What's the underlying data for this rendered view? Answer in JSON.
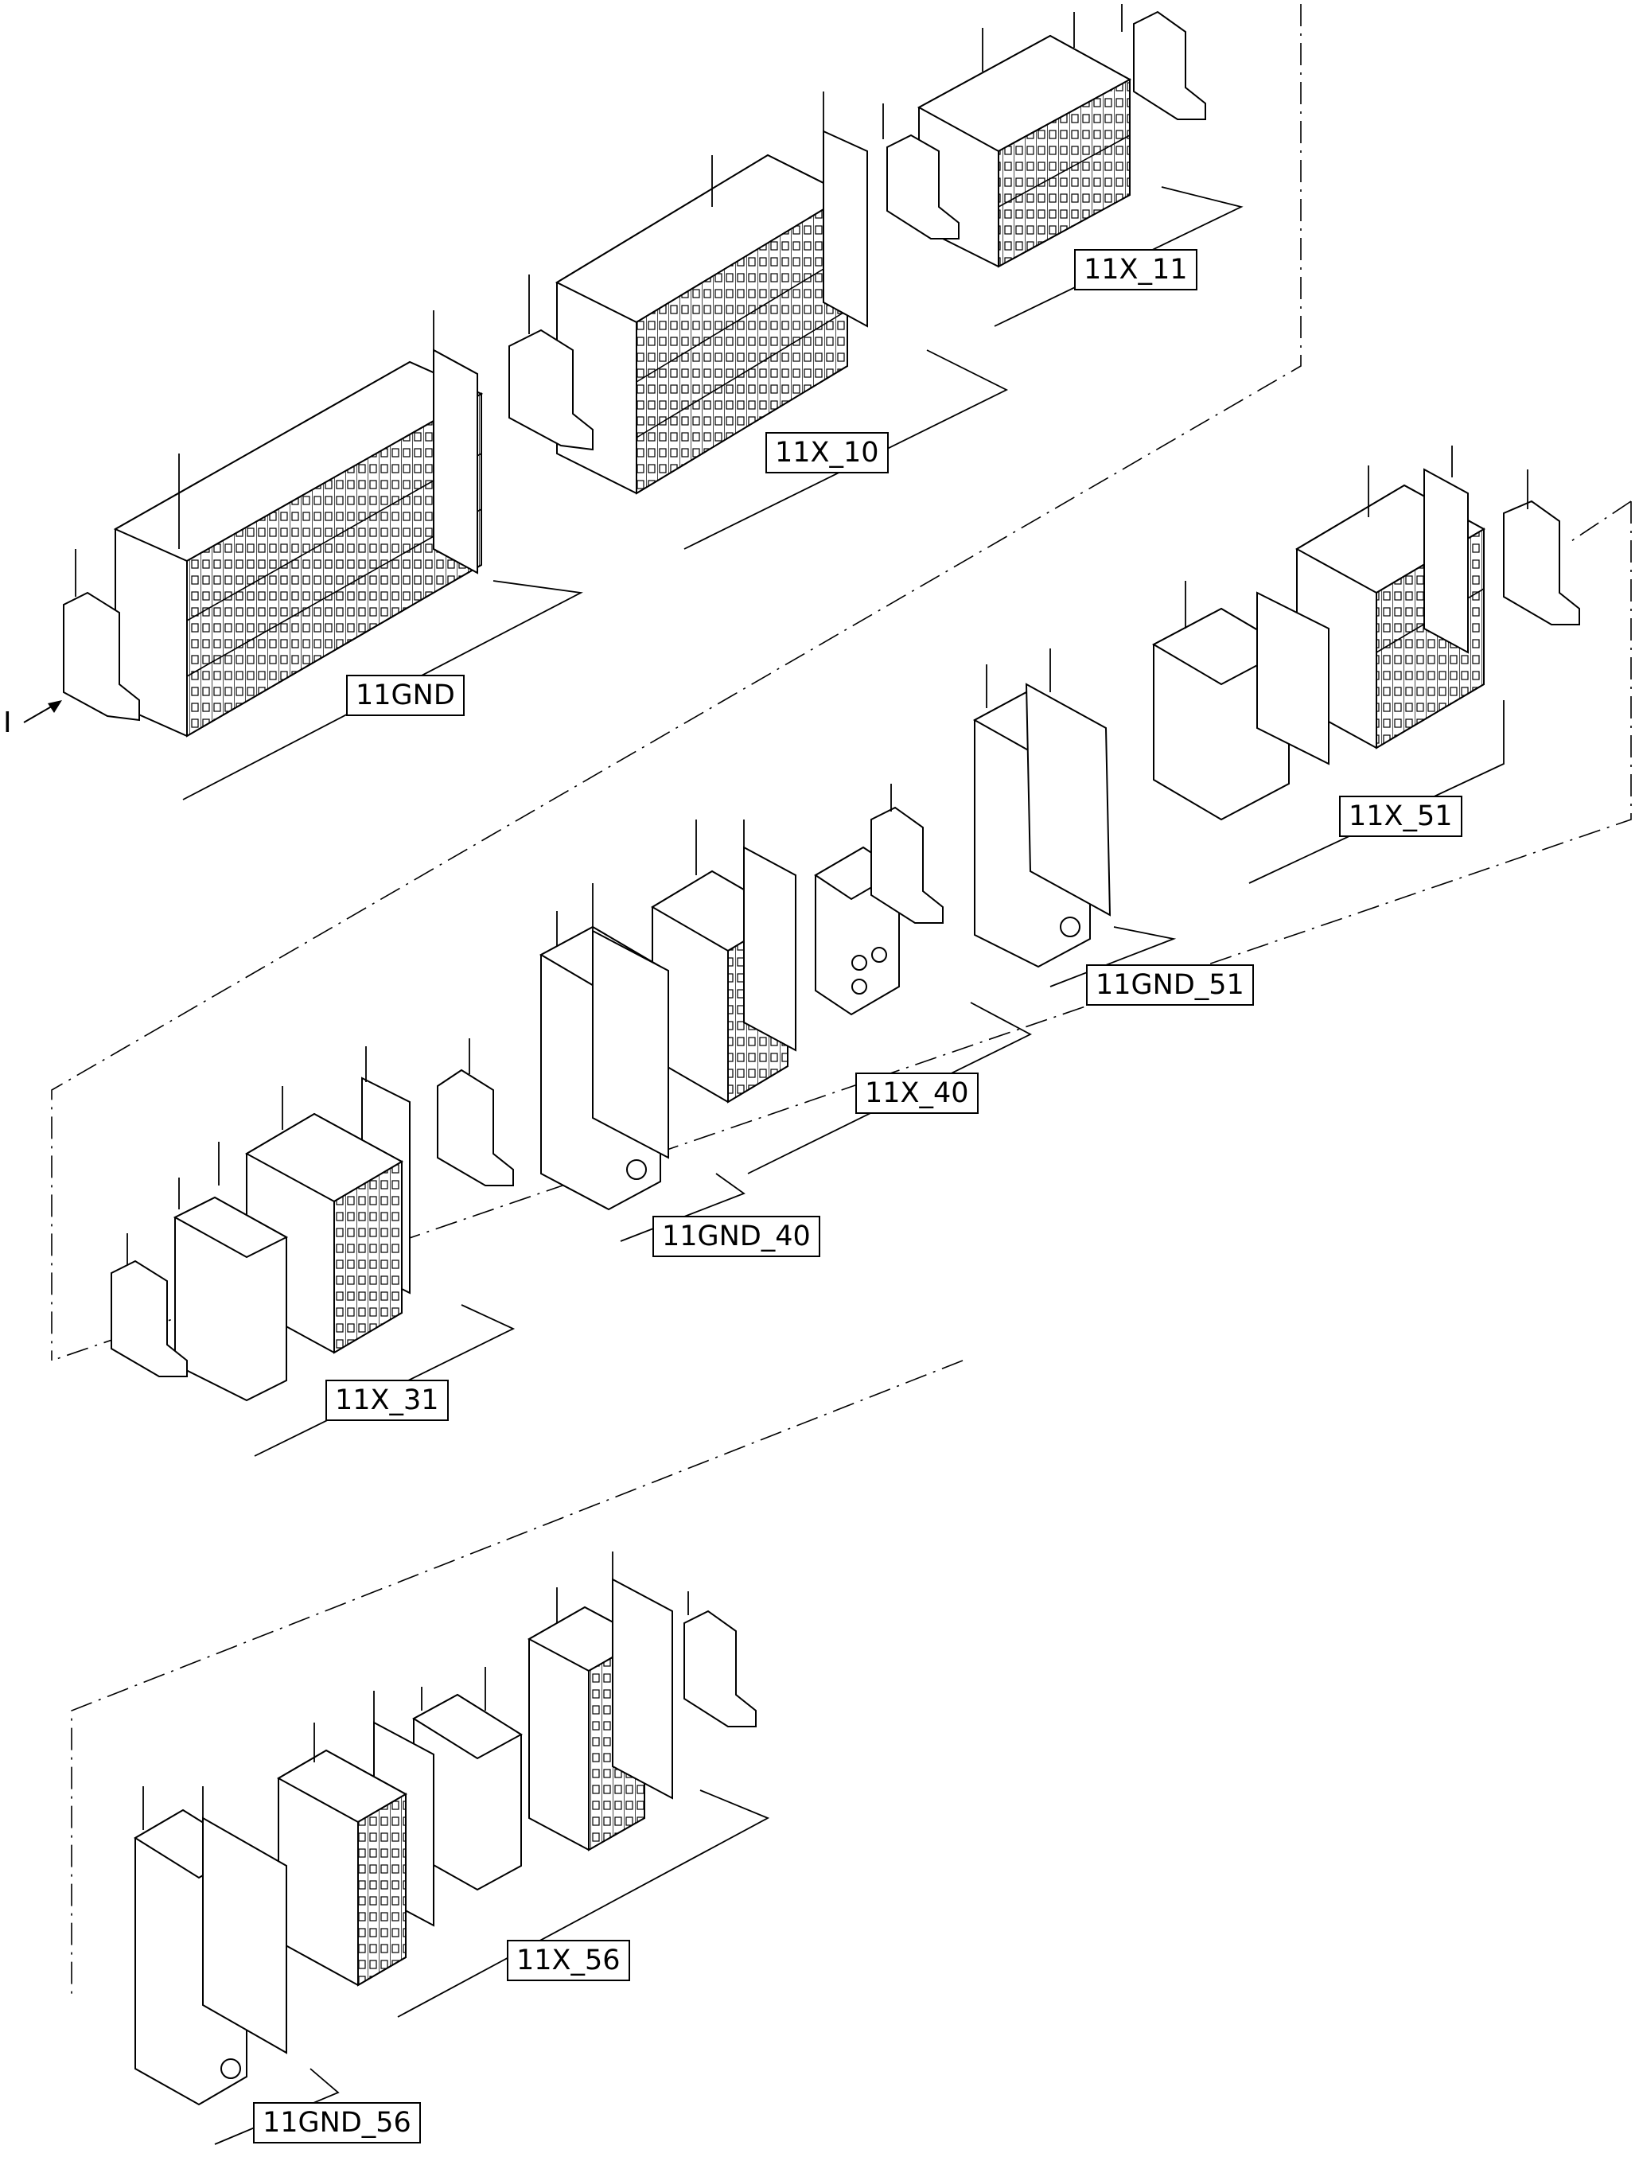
{
  "view_marker": "I",
  "labels": {
    "11X_11": "11X_11",
    "11X_10": "11X_10",
    "11GND": "11GND",
    "11X_51": "11X_51",
    "11GND_51": "11GND_51",
    "11X_40": "11X_40",
    "11GND_40": "11GND_40",
    "11X_31": "11X_31",
    "11X_56": "11X_56",
    "11GND_56": "11GND_56"
  }
}
